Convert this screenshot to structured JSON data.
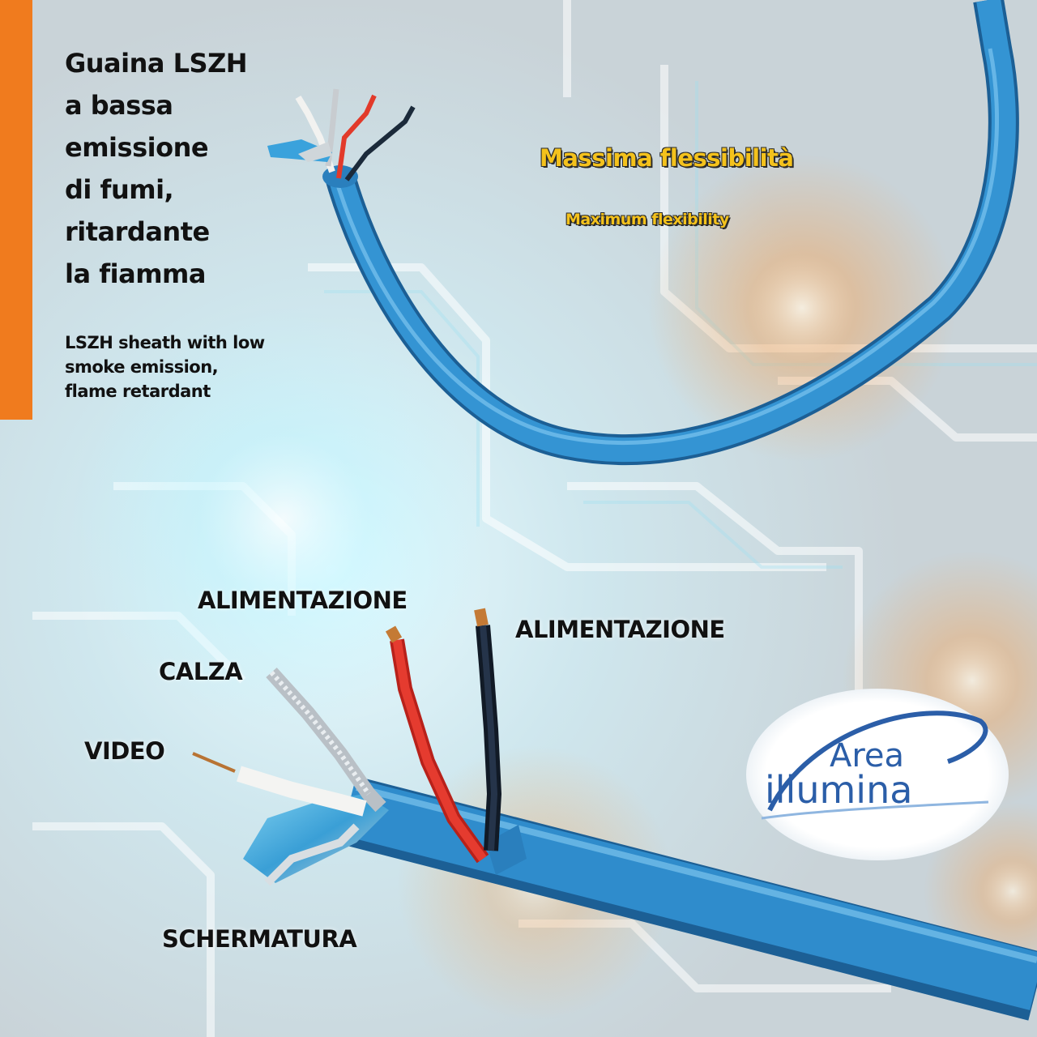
{
  "colors": {
    "accent_bar": "#f07b1e",
    "cable_blue": "#2f8ccc",
    "highlight_yellow": "#f4c21c",
    "logo_blue": "#2b5ea8"
  },
  "sheath_text": {
    "italian_lines": [
      "Guaina LSZH",
      "a bassa",
      "emissione",
      "di fumi,",
      "ritardante",
      "la fiamma"
    ],
    "english_lines": [
      "LSZH sheath with low",
      "smoke emission,",
      "flame retardant"
    ]
  },
  "flexibility": {
    "italian": "Massima flessibilità",
    "english": "Maximum flexibility"
  },
  "labels": {
    "alimentazione_left": "ALIMENTAZIONE",
    "alimentazione_right": "ALIMENTAZIONE",
    "calza": "CALZA",
    "video": "VIDEO",
    "schermatura": "SCHERMATURA"
  },
  "logo": {
    "line1": "Area",
    "line2": "illumina"
  }
}
